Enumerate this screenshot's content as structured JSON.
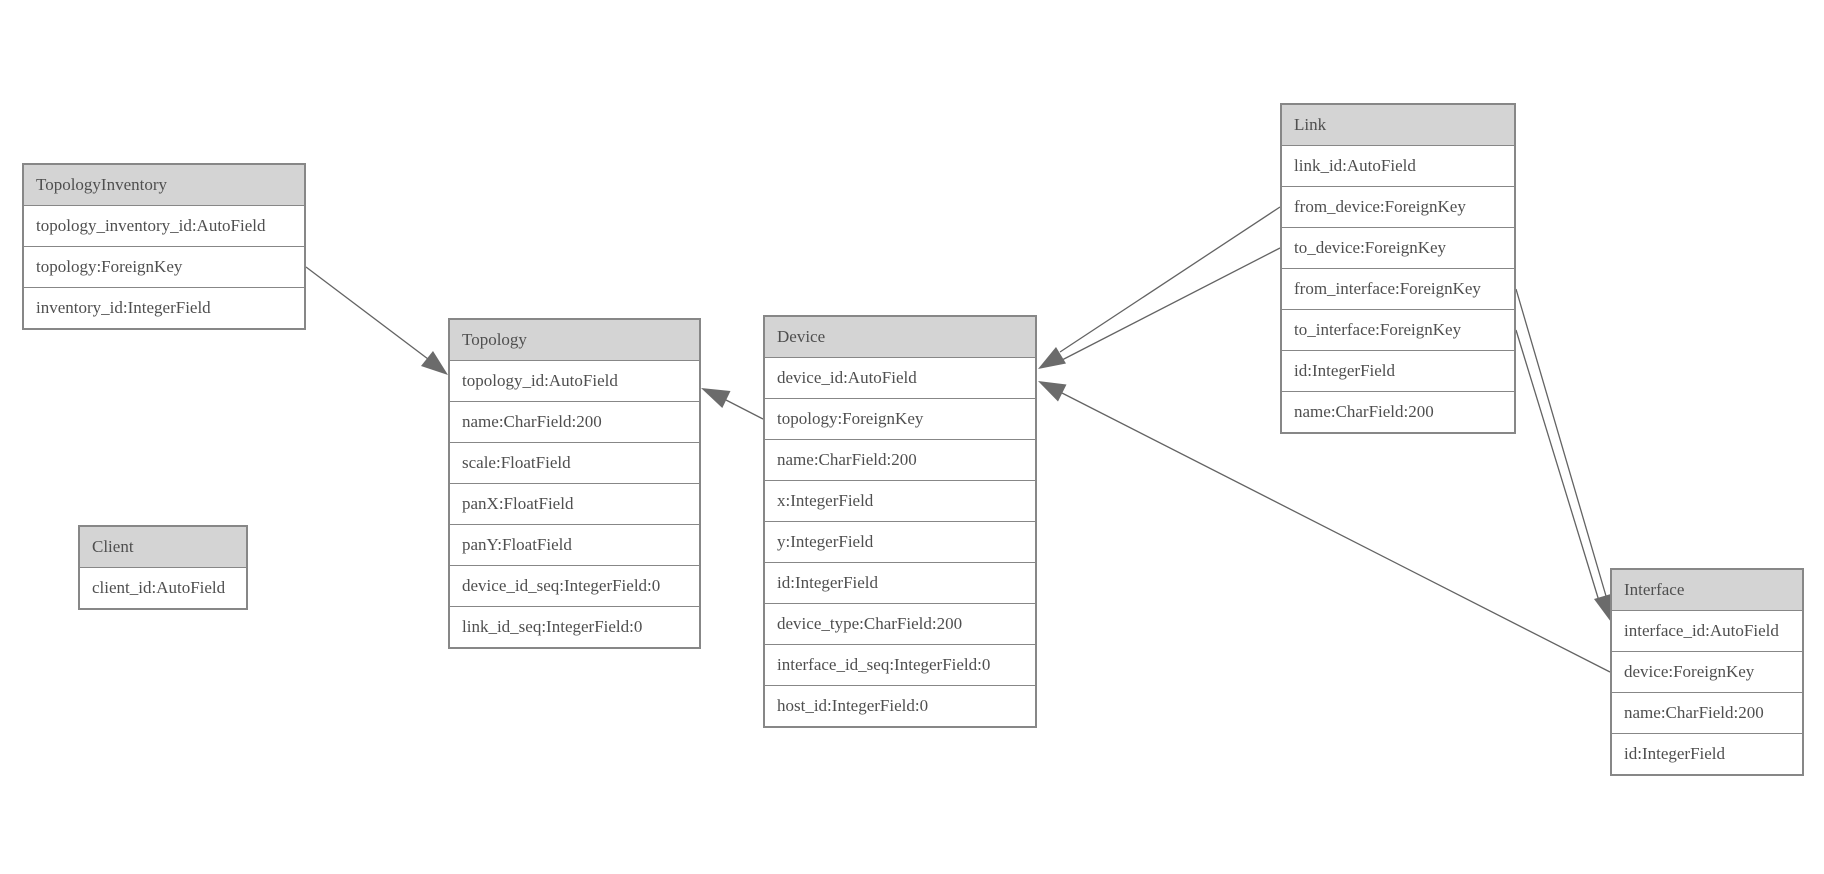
{
  "colors": {
    "background": "#ffffff",
    "table_border": "#878787",
    "header_fill": "#d4d4d4",
    "text": "#4f4f4f",
    "relation_line": "#636363",
    "arrowhead_fill": "#6b6b6b"
  },
  "tables": [
    {
      "name": "TopologyInventory",
      "fields": [
        "topology_inventory_id:AutoField",
        "topology:ForeignKey",
        "inventory_id:IntegerField"
      ]
    },
    {
      "name": "Topology",
      "fields": [
        "topology_id:AutoField",
        "name:CharField:200",
        "scale:FloatField",
        "panX:FloatField",
        "panY:FloatField",
        "device_id_seq:IntegerField:0",
        "link_id_seq:IntegerField:0"
      ]
    },
    {
      "name": "Client",
      "fields": [
        "client_id:AutoField"
      ]
    },
    {
      "name": "Device",
      "fields": [
        "device_id:AutoField",
        "topology:ForeignKey",
        "name:CharField:200",
        "x:IntegerField",
        "y:IntegerField",
        "id:IntegerField",
        "device_type:CharField:200",
        "interface_id_seq:IntegerField:0",
        "host_id:IntegerField:0"
      ]
    },
    {
      "name": "Link",
      "fields": [
        "link_id:AutoField",
        "from_device:ForeignKey",
        "to_device:ForeignKey",
        "from_interface:ForeignKey",
        "to_interface:ForeignKey",
        "id:IntegerField",
        "name:CharField:200"
      ]
    },
    {
      "name": "Interface",
      "fields": [
        "interface_id:AutoField",
        "device:ForeignKey",
        "name:CharField:200",
        "id:IntegerField"
      ]
    }
  ],
  "relationships": [
    {
      "from": "TopologyInventory.topology",
      "to": "Topology"
    },
    {
      "from": "Device.topology",
      "to": "Topology"
    },
    {
      "from": "Link.from_device",
      "to": "Device"
    },
    {
      "from": "Link.to_device",
      "to": "Device"
    },
    {
      "from": "Link.from_interface",
      "to": "Interface"
    },
    {
      "from": "Link.to_interface",
      "to": "Interface"
    },
    {
      "from": "Interface.device",
      "to": "Device"
    }
  ]
}
